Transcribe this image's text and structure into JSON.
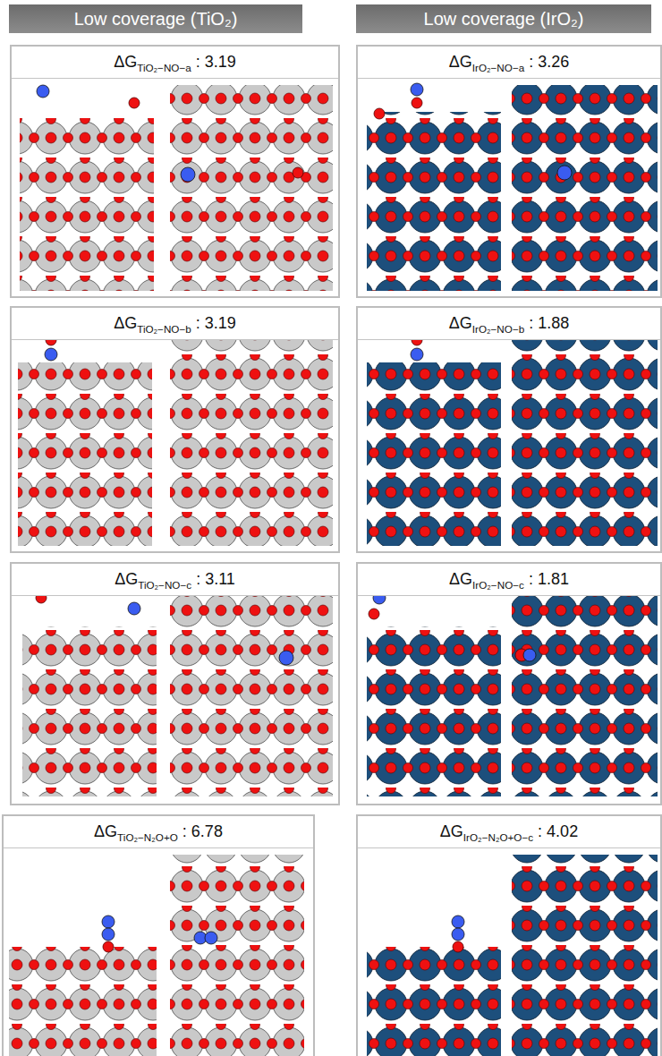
{
  "diagram": {
    "nodes": [
      {
        "text": [
          "Low coverage (TiO₂)"
        ]
      },
      {
        "text": [
          "Low coverage (IrO₂)"
        ]
      },
      {
        "text": [
          "ΔG",
          "TiO₂−NO−a",
          ": 3.19"
        ]
      },
      {
        "text": [
          "ΔG",
          "IrO₂−NO−a",
          ": 3.26"
        ]
      },
      {
        "text": [
          "ΔG",
          "TiO₂−NO−b",
          ": 3.19"
        ]
      },
      {
        "text": [
          "ΔG",
          "IrO₂−NO−b",
          ": 1.88"
        ]
      },
      {
        "text": [
          "ΔG",
          "TiO₂−NO−c",
          ": 3.11"
        ]
      },
      {
        "text": [
          "ΔG",
          "IrO₂−NO−c",
          ": 1.81"
        ]
      },
      {
        "text": [
          "ΔG",
          "TiO₂−N₂O+O",
          ": 6.78"
        ]
      },
      {
        "text": [
          "ΔG",
          "IrO₂−N₂O+O−c",
          ": 4.02"
        ]
      }
    ]
  }
}
